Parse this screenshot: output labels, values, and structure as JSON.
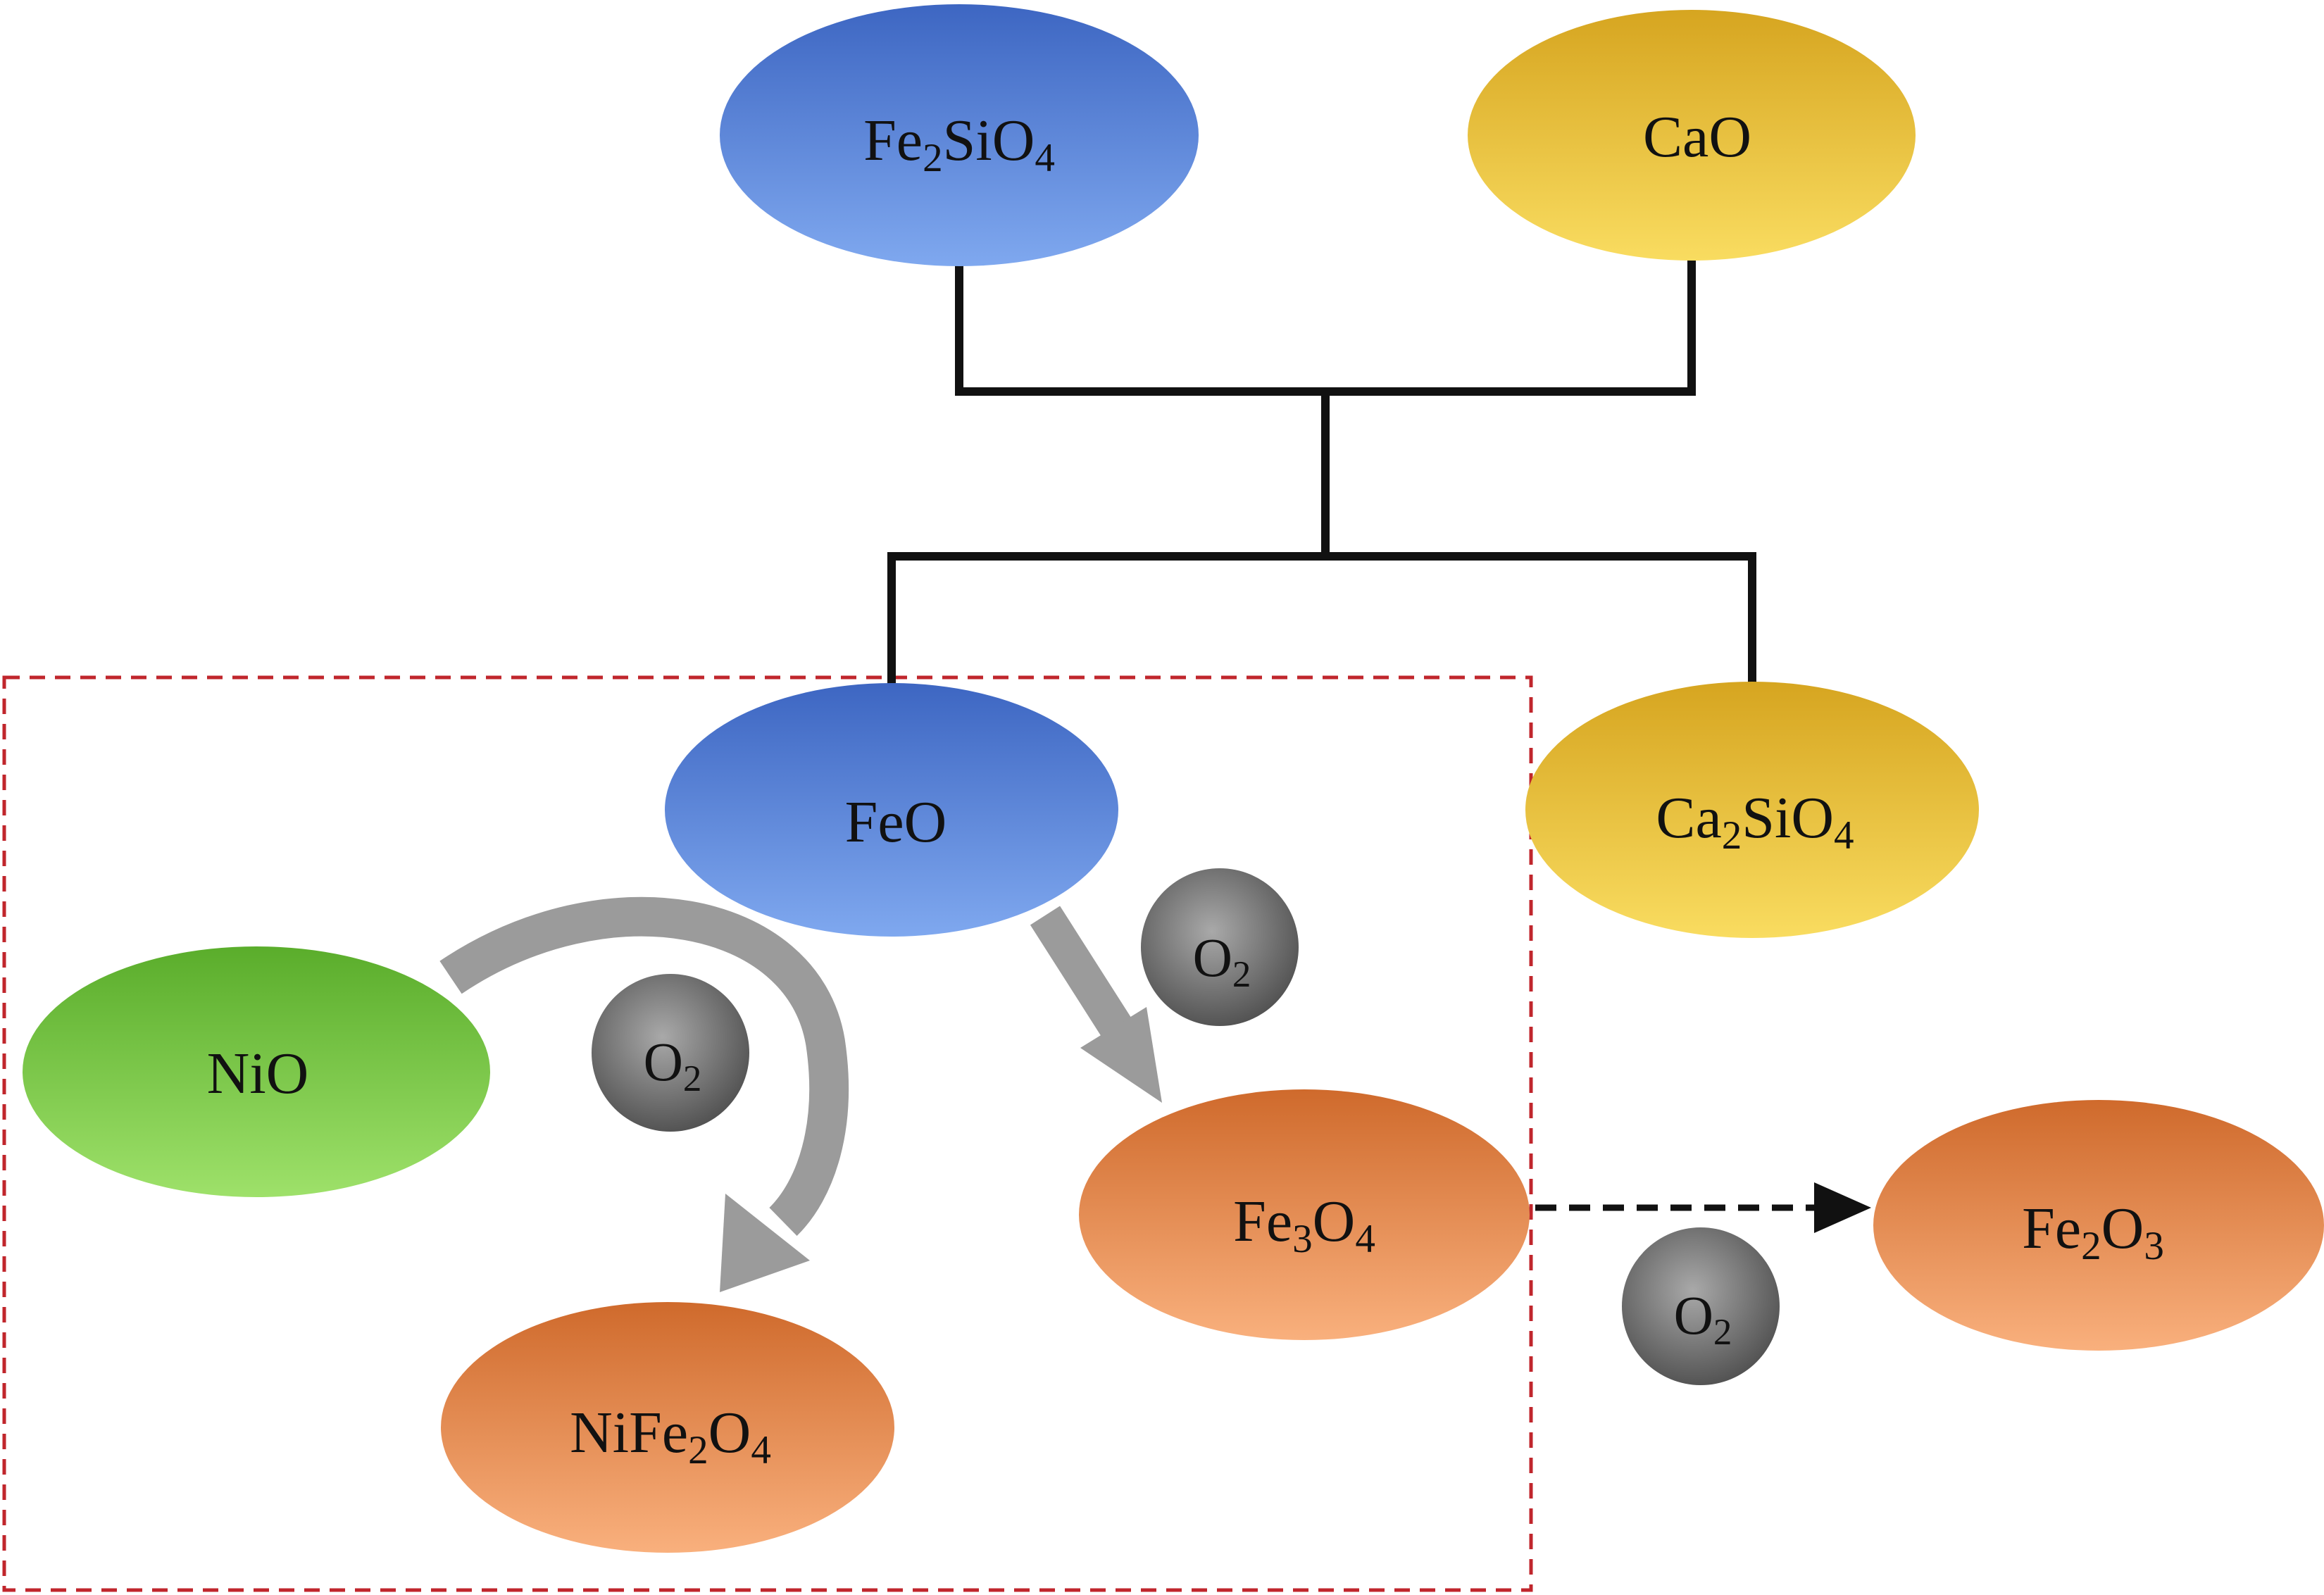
{
  "nodes": {
    "fe2sio4": {
      "label": [
        {
          "t": "Fe"
        },
        {
          "t": "2",
          "sub": true
        },
        {
          "t": "SiO"
        },
        {
          "t": "4",
          "sub": true
        }
      ]
    },
    "cao": {
      "label": [
        {
          "t": "CaO"
        }
      ]
    },
    "feo": {
      "label": [
        {
          "t": "FeO"
        }
      ]
    },
    "ca2sio4": {
      "label": [
        {
          "t": "Ca"
        },
        {
          "t": "2",
          "sub": true
        },
        {
          "t": "SiO"
        },
        {
          "t": "4",
          "sub": true
        }
      ]
    },
    "nio": {
      "label": [
        {
          "t": "NiO"
        }
      ]
    },
    "fe3o4": {
      "label": [
        {
          "t": "Fe"
        },
        {
          "t": "3",
          "sub": true
        },
        {
          "t": "O"
        },
        {
          "t": "4",
          "sub": true
        }
      ]
    },
    "nife2o4": {
      "label": [
        {
          "t": "NiFe"
        },
        {
          "t": "2",
          "sub": true
        },
        {
          "t": "O"
        },
        {
          "t": "4",
          "sub": true
        }
      ]
    },
    "fe2o3": {
      "label": [
        {
          "t": "Fe"
        },
        {
          "t": "2",
          "sub": true
        },
        {
          "t": "O"
        },
        {
          "t": "3",
          "sub": true
        }
      ]
    }
  },
  "oxygen": {
    "label": [
      {
        "t": "O"
      },
      {
        "t": "2",
        "sub": true
      }
    ]
  },
  "colors": {
    "blue": "#5b8fe0",
    "yellow": "#f2cc3f",
    "green": "#86d04a",
    "orange": "#ee9a5c",
    "gray": "#6f6f6f",
    "arrow": "#9b9b9b",
    "dashed_box": "#c0262c"
  }
}
